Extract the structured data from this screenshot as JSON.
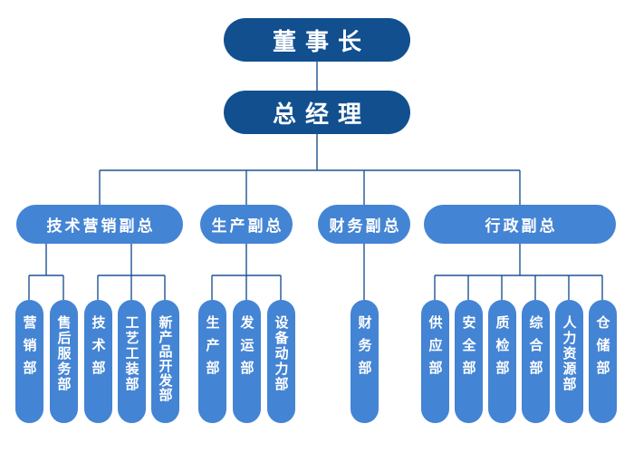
{
  "colors": {
    "executive_fill": "#114f8f",
    "branch_fill": "#4484d4",
    "line": "#1f5492",
    "label_text": "#ffffff",
    "background": "#ffffff"
  },
  "chairman": {
    "label": "董事长"
  },
  "general_manager": {
    "label": "总经理"
  },
  "vps": [
    {
      "label": "技术营销副总",
      "groups": [
        {
          "departments": [
            {
              "label": "营销部"
            },
            {
              "label": "售后服务部"
            }
          ]
        },
        {
          "departments": [
            {
              "label": "技术部"
            },
            {
              "label": "工艺工装部"
            },
            {
              "label": "新产品开发部"
            }
          ]
        }
      ]
    },
    {
      "label": "生产副总",
      "groups": [
        {
          "departments": [
            {
              "label": "生产部"
            },
            {
              "label": "发运部"
            },
            {
              "label": "设备动力部"
            }
          ]
        }
      ]
    },
    {
      "label": "财务副总",
      "groups": [
        {
          "departments": [
            {
              "label": "财务部"
            }
          ]
        }
      ]
    },
    {
      "label": "行政副总",
      "groups": [
        {
          "departments": [
            {
              "label": "供应部"
            },
            {
              "label": "安全部"
            },
            {
              "label": "质检部"
            },
            {
              "label": "综合部"
            },
            {
              "label": "人力资源部"
            },
            {
              "label": "仓储部"
            }
          ]
        }
      ]
    }
  ]
}
